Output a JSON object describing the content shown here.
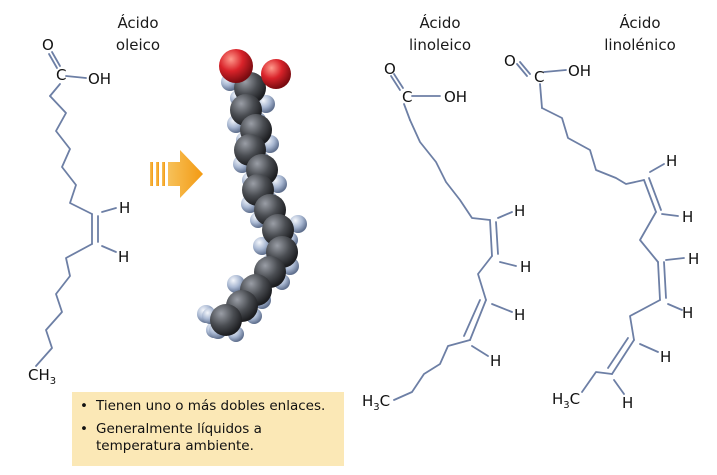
{
  "titles": {
    "oleic": [
      "Ácido",
      "oleico"
    ],
    "linoleic": [
      "Ácido",
      "linoleico"
    ],
    "linolenic": [
      "Ácido",
      "linolénico"
    ]
  },
  "atoms": {
    "oxygen": "O",
    "carbon": "C",
    "hydroxyl": "OH",
    "hydrogen": "H",
    "methyl_c": "CH",
    "methyl_h": "H",
    "methyl_sub": "3"
  },
  "notes": [
    "Tienen uno o más dobles enlaces.",
    "Generalmente líquidos a temperatura ambiente."
  ],
  "colors": {
    "bond": "#6d7fa5",
    "note_bg": "#fbe8b6",
    "arrow": "#f39a12",
    "oxygen_sphere": "#d9232a",
    "carbon_sphere": "#4a4d52",
    "hydrogen_sphere": "#a9b8d2"
  },
  "icons": [
    "arrow-right-icon",
    "space-filling-molecule-model"
  ]
}
